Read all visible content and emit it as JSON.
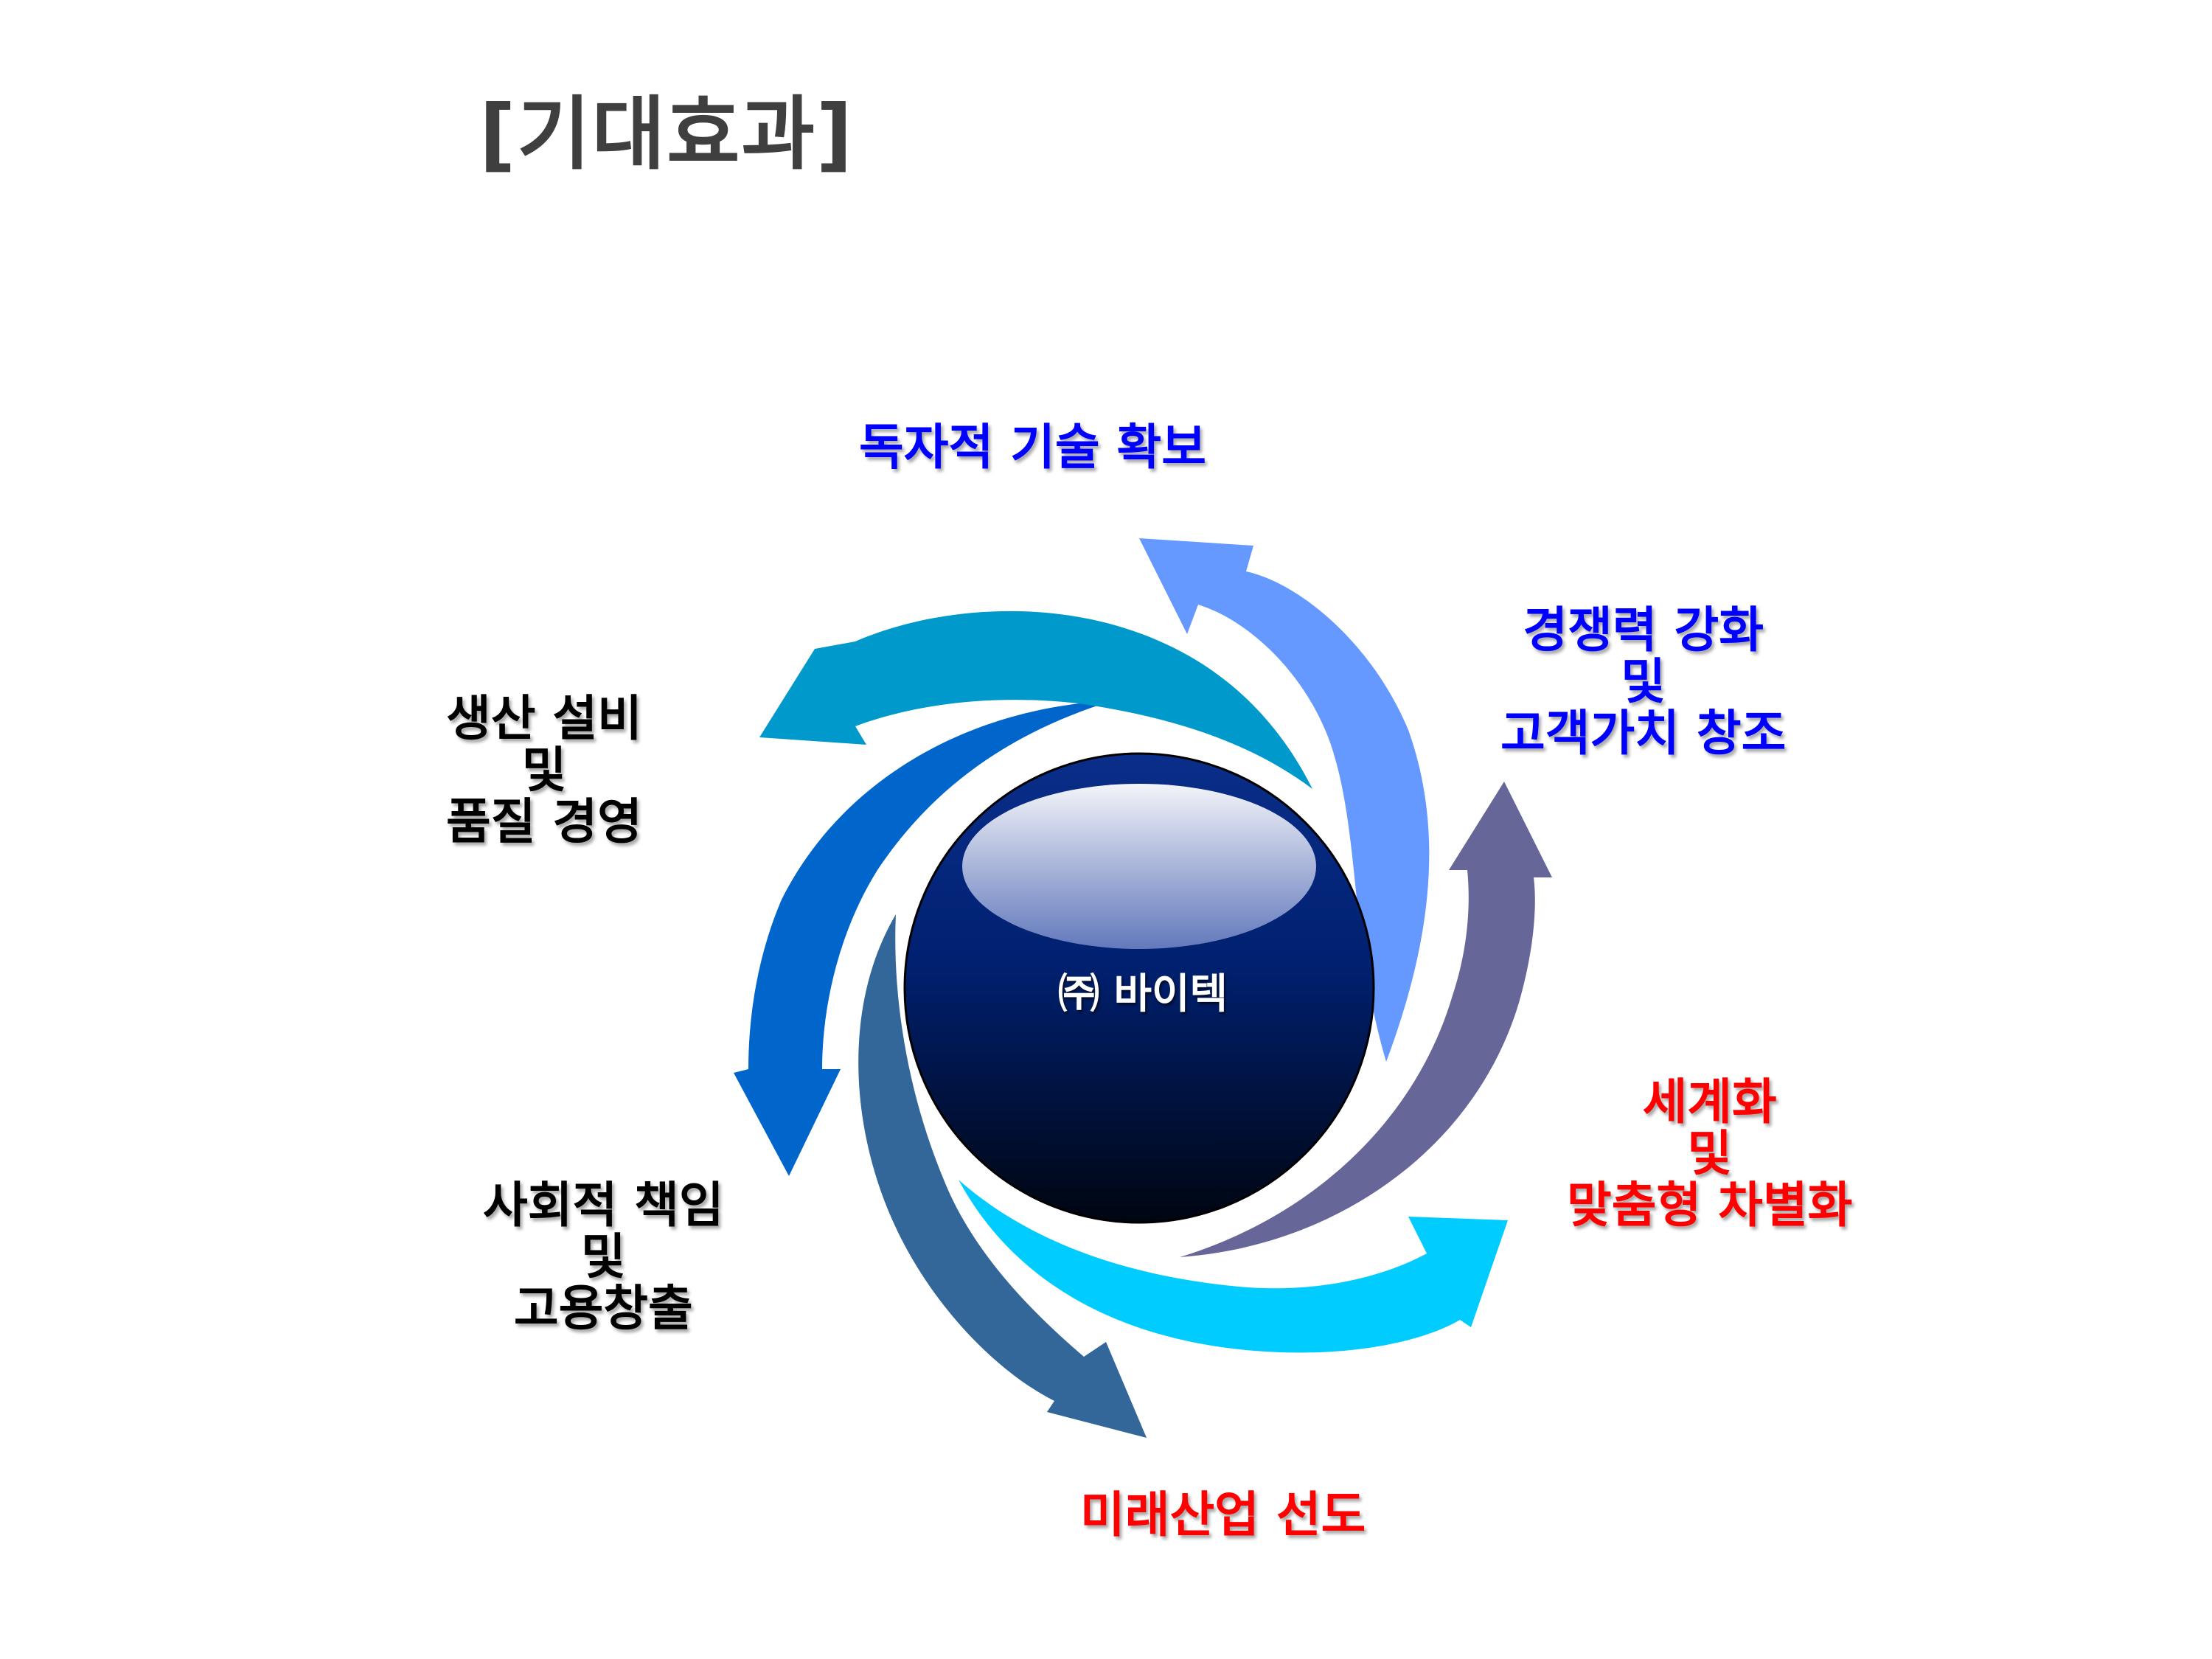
{
  "title": "[기대효과]",
  "center": {
    "label": "㈜ 바이텍"
  },
  "labels": {
    "top": "독자적 기술 확보",
    "right_upper": [
      "경쟁력 강화",
      "및",
      "고객가치 창조"
    ],
    "right_lower": [
      "세계화",
      "및",
      "맞춤형 차별화"
    ],
    "bottom": "미래산업 선도",
    "left_lower": [
      "사회적 책임",
      "및",
      "고용창출"
    ],
    "left_upper": [
      "생산 설비",
      "및",
      "품질 경영"
    ]
  },
  "colors": {
    "blue_text": "#0000ff",
    "red_text": "#ff0000",
    "arrow_light_blue": "#6699ff",
    "arrow_slate": "#666699",
    "arrow_cyan": "#00ccff",
    "arrow_steel": "#336699",
    "arrow_royal": "#0066cc",
    "arrow_teal": "#0099cc",
    "sphere_dark": "#001a66"
  }
}
